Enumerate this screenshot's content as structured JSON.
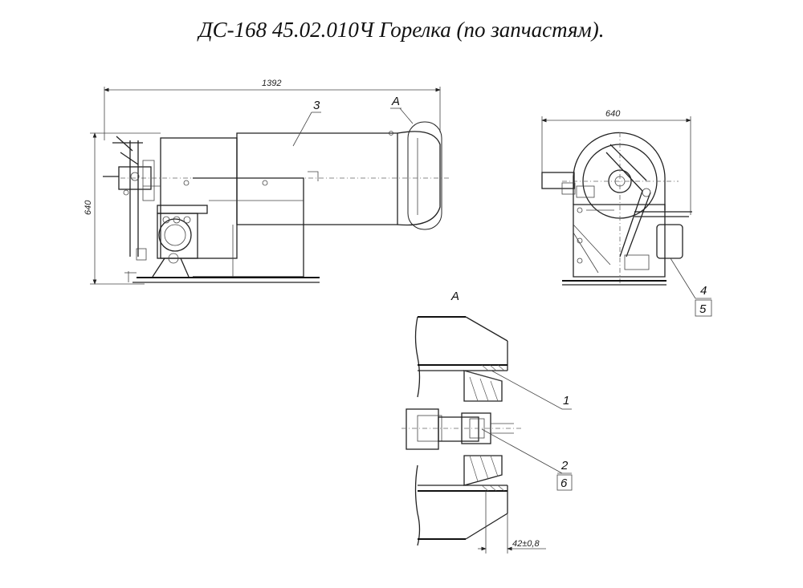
{
  "title": "ДС-168 45.02.010Ч Горелка (по запчастям).",
  "dimensions": {
    "main_length": "1392",
    "main_height": "640",
    "side_width": "640",
    "gap": "42±0,8"
  },
  "labels": {
    "view_a_callout": "A",
    "view_a_title": "A",
    "part_1": "1",
    "part_2": "2",
    "part_3": "3",
    "part_4": "4",
    "part_5": "5",
    "part_6": "6"
  }
}
